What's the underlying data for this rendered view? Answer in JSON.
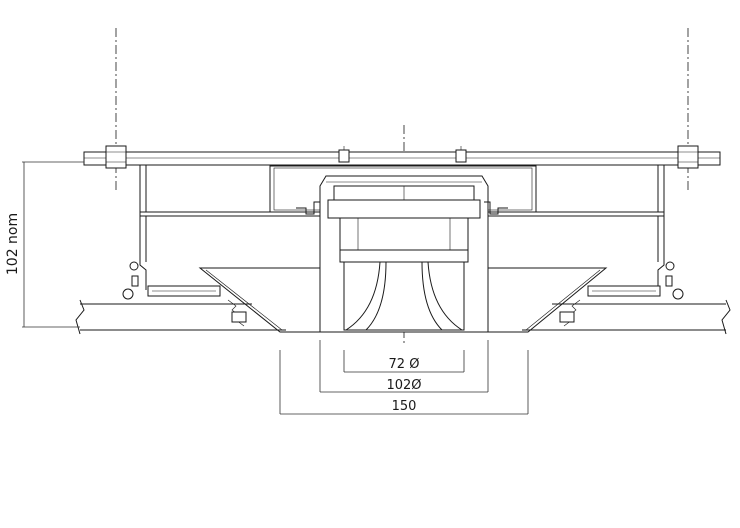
{
  "dimensions": {
    "height_label": "102 nom",
    "inner_diameter_label": "72 Ø",
    "mid_diameter_label": "102Ø",
    "outer_width_label": "150"
  }
}
